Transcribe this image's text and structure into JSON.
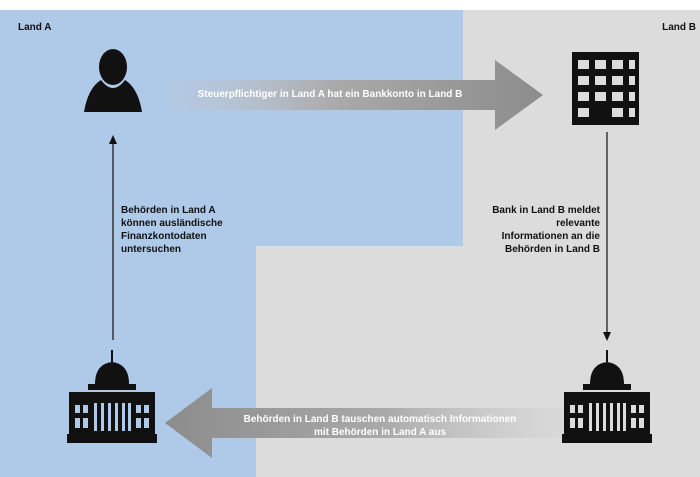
{
  "regions": {
    "land_a": {
      "title": "Land A",
      "color": "#afc9e9"
    },
    "land_b": {
      "title": "Land B",
      "color": "#dcdcdc"
    }
  },
  "arrows": {
    "top": {
      "text": "Steuerpflichtiger in Land A hat ein Bankkonto in Land B"
    },
    "bottom": {
      "line1": "Behörden in Land B tauschen automatisch Informationen",
      "line2": "mit Behörden in Land A aus"
    }
  },
  "labels": {
    "left": "Behörden in Land A können ausländische Finanzkontodaten untersuchen",
    "right": "Bank in Land B meldet relevante Informationen an die Behörden in Land B"
  },
  "icons": {
    "taxpayer": "person-icon",
    "bank": "bank-building-icon",
    "authority_a": "government-building-icon",
    "authority_b": "government-building-icon"
  },
  "colors": {
    "icon": "#111111",
    "arrow": "#8f8f8f",
    "arrow_text": "#ffffff",
    "text": "#111111"
  }
}
